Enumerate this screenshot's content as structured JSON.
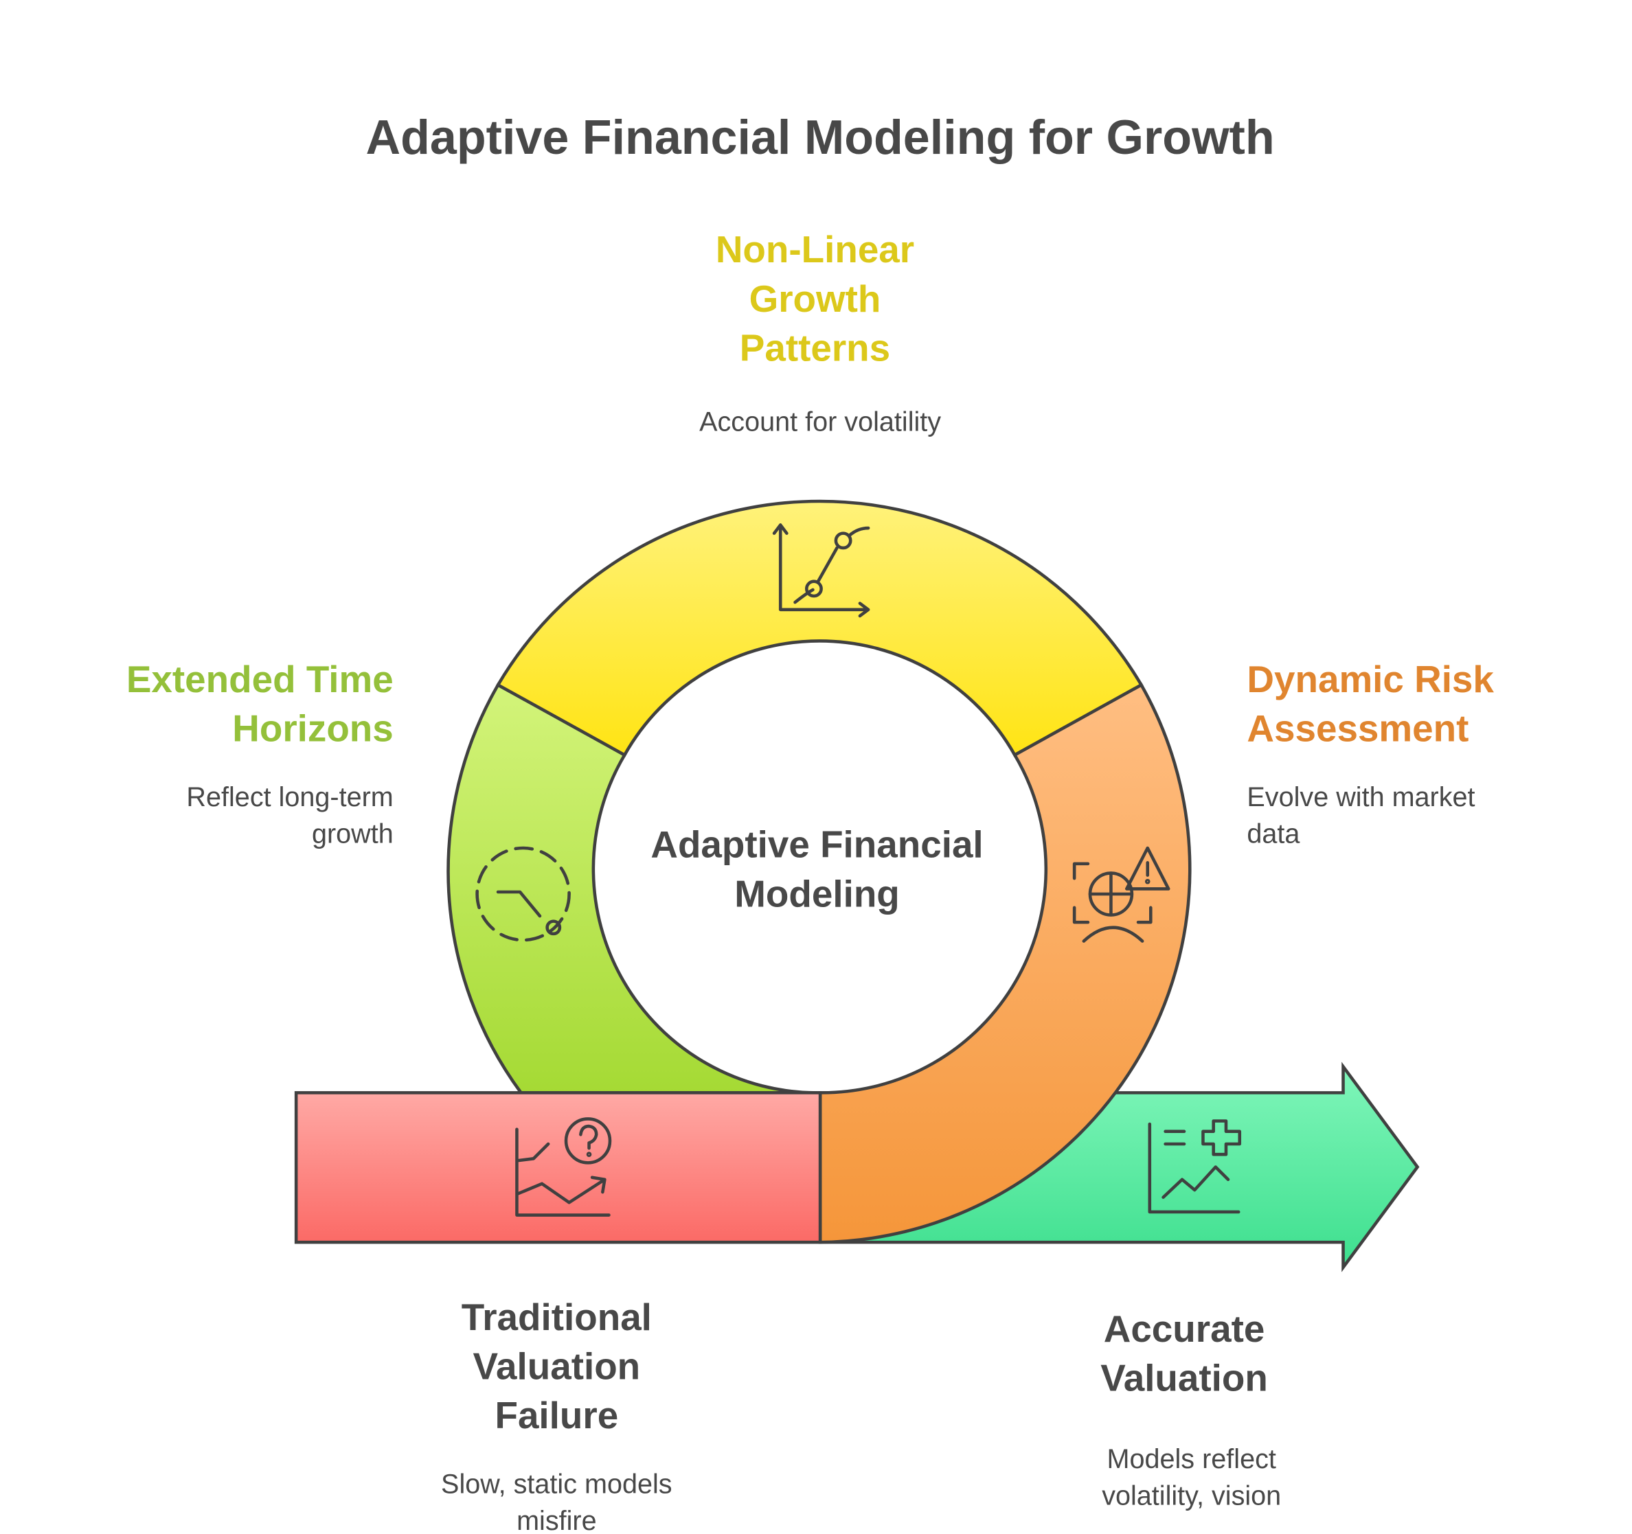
{
  "title": "Adaptive Financial Modeling for Growth",
  "center": {
    "line1": "Adaptive Financial",
    "line2": "Modeling"
  },
  "segments": [
    {
      "id": "non-linear",
      "title_lines": [
        "Non-Linear",
        "Growth",
        "Patterns"
      ],
      "desc_lines": [
        "Account for volatility"
      ],
      "color": "#DCC81A",
      "icon": "s-curve-chart-icon"
    },
    {
      "id": "extended-time",
      "title_lines": [
        "Extended Time",
        "Horizons"
      ],
      "desc_lines": [
        "Reflect long-term",
        "growth"
      ],
      "color": "#94C03A",
      "icon": "dashed-clock-icon"
    },
    {
      "id": "dynamic-risk",
      "title_lines": [
        "Dynamic Risk",
        "Assessment"
      ],
      "desc_lines": [
        "Evolve with market",
        "data"
      ],
      "color": "#E0852F",
      "icon": "risk-scan-icon"
    }
  ],
  "start": {
    "title_lines": [
      "Traditional",
      "Valuation",
      "Failure"
    ],
    "desc_lines": [
      "Slow, static models",
      "misfire"
    ],
    "icon": "chart-question-icon"
  },
  "end": {
    "title_lines": [
      "Accurate",
      "Valuation"
    ],
    "desc_lines": [
      "Models reflect",
      "volatility, vision"
    ],
    "icon": "chart-plus-icon"
  },
  "heading_dark": "#484848"
}
